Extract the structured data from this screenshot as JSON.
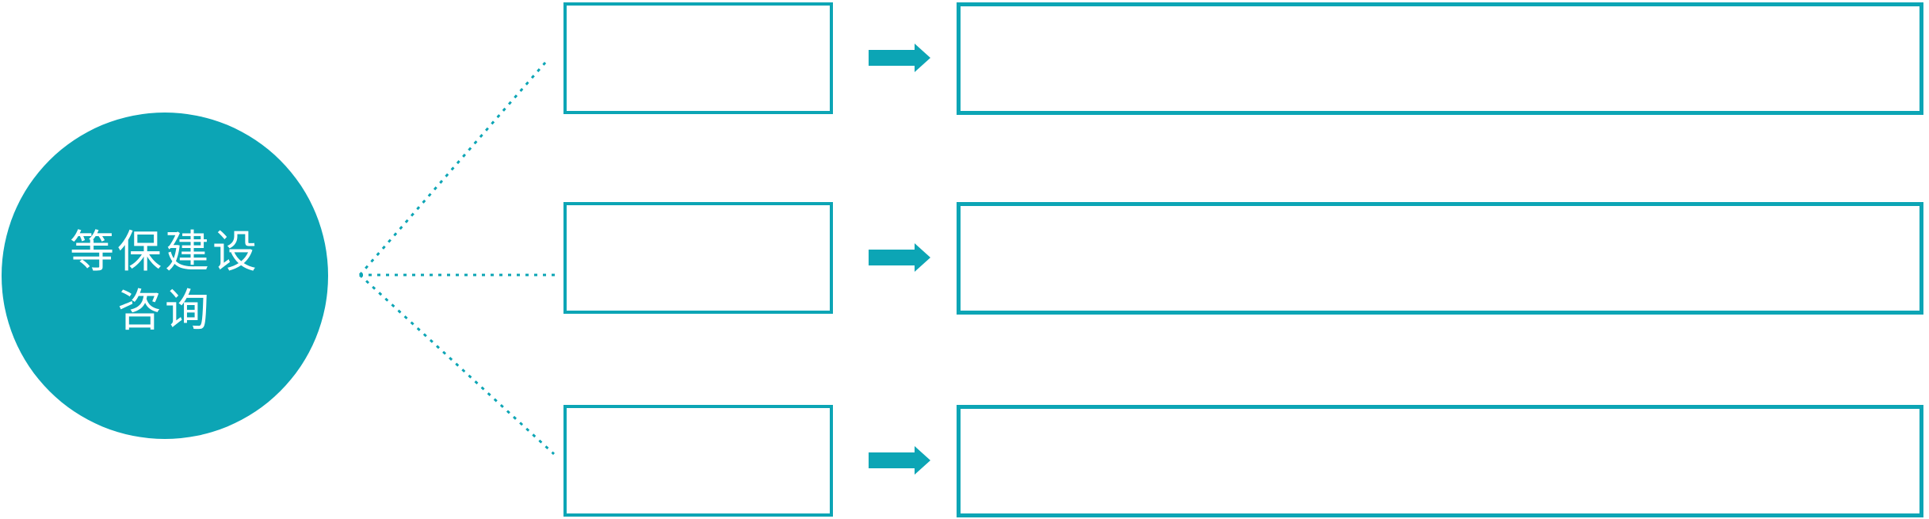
{
  "colors": {
    "teal": "#0CA5B5",
    "hub_text": "#FFFFFF",
    "background": "#FFFFFF"
  },
  "hub": {
    "label_line1": "等保建设",
    "label_line2": "咨询"
  },
  "rows": [
    {
      "small_label": "",
      "big_label": ""
    },
    {
      "small_label": "",
      "big_label": ""
    },
    {
      "small_label": "",
      "big_label": ""
    }
  ],
  "icons": {
    "row_arrow": "block-arrow-right-icon",
    "connector": "dotted-line"
  }
}
